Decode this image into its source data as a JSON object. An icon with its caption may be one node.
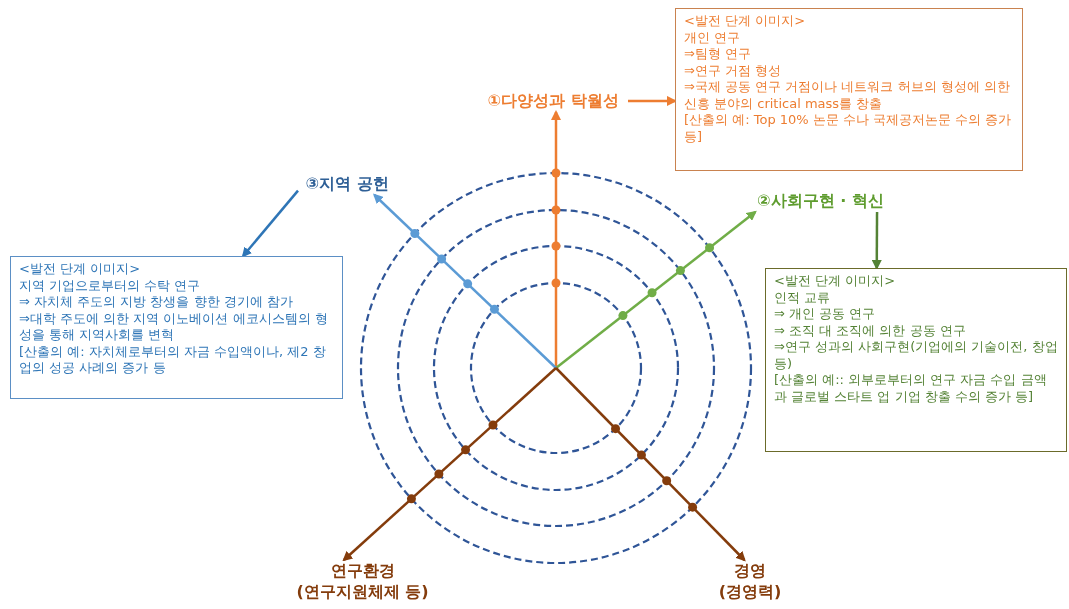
{
  "diagram": {
    "nodes": [
      {
        "text": [
          "①다양성과 탁월성"
        ]
      },
      {
        "text": [
          "<발전 단계 이미지>",
          "개인 연구",
          "⇒팀형 연구",
          "⇒연구 거점 형성",
          "⇒국제 공동 연구 거점이나 네트워크 허브의 형성에 의한 신흥 분야의 critical mass를 창출",
          "[산출의 예: Top 10% 논문 수나 국제공저논문 수의 증가 등]"
        ]
      },
      {
        "text": [
          "②사회구현 · 혁신"
        ]
      },
      {
        "text": [
          "<발전 단계 이미지>",
          "인적 교류",
          "⇒ 개인 공동 연구",
          "⇒ 조직 대 조직에 의한 공동 연구",
          "⇒연구 성과의 사회구현(기업에의 기술이전, 창업 등)",
          "[산출의 예:: 외부로부터의 연구 자금 수입 금액과 글로벌 스타트 업 기업 창출 수의 증가 등]"
        ]
      },
      {
        "text": [
          "③지역 공헌"
        ]
      },
      {
        "text": [
          "<발전 단계 이미지>",
          "지역 기업으로부터의 수탁 연구",
          "⇒ 자치체 주도의 지방 창생을 향한 경기에 참가",
          "⇒대학 주도에 의한 지역 이노베이션 에코시스템의 형성을 통해 지역사회를 변혁",
          "[산출의 예: 자치체로부터의 자금 수입액이나, 제2 창업의 성공 사례의 증가 등"
        ]
      },
      {
        "text": [
          "연구환경",
          "(연구지원체제 등)"
        ]
      },
      {
        "text": [
          "경영",
          "(경영력)"
        ]
      }
    ],
    "edges": [
      {
        "from": null,
        "to": 0,
        "arrow": "to",
        "color": "#ed7d31"
      },
      {
        "from": null,
        "to": 2,
        "arrow": "to",
        "color": "#70ad47"
      },
      {
        "from": null,
        "to": 4,
        "arrow": "to",
        "color": "#5b9bd5"
      },
      {
        "from": null,
        "to": 6,
        "arrow": "to",
        "color": "#843c0c"
      },
      {
        "from": null,
        "to": 7,
        "arrow": "to",
        "color": "#843c0c"
      },
      {
        "from": 0,
        "to": 1,
        "arrow": "to",
        "color": "#ed7d31"
      },
      {
        "from": 2,
        "to": 3,
        "arrow": "to",
        "color": "#548235"
      },
      {
        "from": 4,
        "to": 5,
        "arrow": "to",
        "color": "#2e75b6"
      }
    ]
  }
}
